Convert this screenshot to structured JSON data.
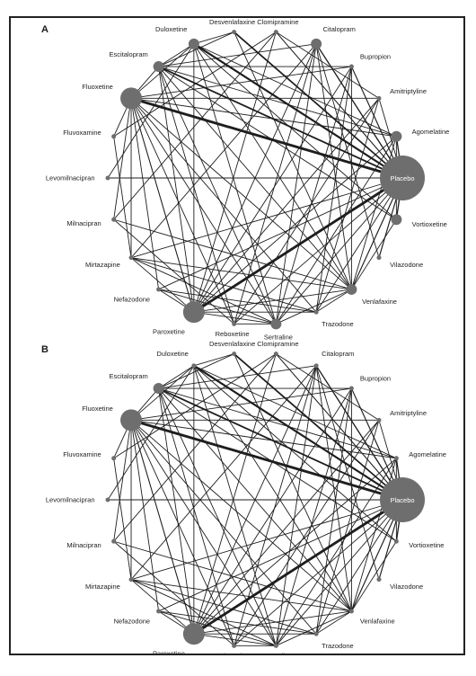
{
  "panels": [
    {
      "letter": "A",
      "node_sizes": {
        "Placebo": "xl",
        "Fluoxetine": "m",
        "Paroxetine": "m",
        "Escitalopram": "s",
        "Duloxetine": "s",
        "Citalopram": "s",
        "Agomelatine": "s",
        "Venlafaxine": "s",
        "Vortioxetine": "s",
        "Sertraline": "s",
        "Bupropion": "xs",
        "Amitriptyline": "xs",
        "Desvenlafaxine": "xs",
        "Clomipramine": "xs",
        "Fluvoxamine": "xs",
        "Levomilnacipran": "xs",
        "Milnacipran": "xs",
        "Mirtazapine": "xs",
        "Nefazodone": "xs",
        "Reboxetine": "xs",
        "Trazodone": "xs",
        "Vilazodone": "xs"
      }
    },
    {
      "letter": "B",
      "node_sizes": {
        "Placebo": "xl",
        "Fluoxetine": "m",
        "Paroxetine": "m",
        "Escitalopram": "s",
        "Duloxetine": "xs",
        "Citalopram": "xs",
        "Agomelatine": "xs",
        "Venlafaxine": "xs",
        "Vortioxetine": "xs",
        "Sertraline": "xs",
        "Bupropion": "xs",
        "Amitriptyline": "xs",
        "Desvenlafaxine": "xs",
        "Clomipramine": "xs",
        "Fluvoxamine": "xs",
        "Levomilnacipran": "xs",
        "Milnacipran": "xs",
        "Mirtazapine": "xs",
        "Nefazodone": "xs",
        "Reboxetine": "xs",
        "Trazodone": "xs",
        "Vilazodone": "xs"
      }
    }
  ],
  "nodes": [
    "Placebo",
    "Agomelatine",
    "Amitriptyline",
    "Bupropion",
    "Citalopram",
    "Clomipramine",
    "Desvenlafaxine",
    "Duloxetine",
    "Escitalopram",
    "Fluoxetine",
    "Fluvoxamine",
    "Levomilnacipran",
    "Milnacipran",
    "Mirtazapine",
    "Nefazodone",
    "Paroxetine",
    "Reboxetine",
    "Sertraline",
    "Trazodone",
    "Venlafaxine",
    "Vilazodone",
    "Vortioxetine"
  ],
  "node_labels": {
    "Placebo": "Placebo",
    "Agomelatine": "Agomelatine",
    "Amitriptyline": "Amitriptyline",
    "Bupropion": "Bupropion",
    "Citalopram": "Citalopram",
    "Clomipramine": "Clomipramine",
    "Desvenlafaxine": "Desvenlafaxine",
    "Duloxetine": "Duloxetine",
    "Escitalopram": "Escitalopram",
    "Fluoxetine": "Fluoxetine",
    "Fluvoxamine": "Fluvoxamine",
    "Levomilnacipran": "Levomilnacipran",
    "Milnacipran": "Milnacipran",
    "Mirtazapine": "Mirtazapine",
    "Nefazodone": "Nefazodone",
    "Paroxetine": "Paroxetine",
    "Reboxetine": "Reboxetine",
    "Sertraline": "Sertraline",
    "Trazodone": "Trazodone",
    "Venlafaxine": "Venlafaxine",
    "Vilazodone": "Vilazodone",
    "Vortioxetine": "Vortioxetine"
  },
  "edges": [
    [
      "Placebo",
      "Fluoxetine",
      3.2
    ],
    [
      "Placebo",
      "Paroxetine",
      3.2
    ],
    [
      "Placebo",
      "Duloxetine",
      2.4
    ],
    [
      "Placebo",
      "Escitalopram",
      2.0
    ],
    [
      "Placebo",
      "Desvenlafaxine",
      1.9
    ],
    [
      "Placebo",
      "Citalopram",
      1.5
    ],
    [
      "Placebo",
      "Clomipramine",
      1.2
    ],
    [
      "Placebo",
      "Bupropion",
      1.3
    ],
    [
      "Placebo",
      "Agomelatine",
      1.4
    ],
    [
      "Placebo",
      "Amitriptyline",
      1.0
    ],
    [
      "Placebo",
      "Vortioxetine",
      1.5
    ],
    [
      "Placebo",
      "Vilazodone",
      1.3
    ],
    [
      "Placebo",
      "Venlafaxine",
      1.3
    ],
    [
      "Placebo",
      "Sertraline",
      1.0
    ],
    [
      "Placebo",
      "Reboxetine",
      1.0
    ],
    [
      "Placebo",
      "Mirtazapine",
      1.0
    ],
    [
      "Placebo",
      "Levomilnacipran",
      1.0
    ],
    [
      "Placebo",
      "Nefazodone",
      1.0
    ],
    [
      "Placebo",
      "Trazodone",
      1.0
    ],
    [
      "Fluoxetine",
      "Paroxetine",
      1.2
    ],
    [
      "Fluoxetine",
      "Venlafaxine",
      1.0
    ],
    [
      "Fluoxetine",
      "Sertraline",
      1.0
    ],
    [
      "Fluoxetine",
      "Duloxetine",
      1.0
    ],
    [
      "Fluoxetine",
      "Escitalopram",
      1.0
    ],
    [
      "Fluoxetine",
      "Mirtazapine",
      1.0
    ],
    [
      "Fluoxetine",
      "Milnacipran",
      1.0
    ],
    [
      "Fluoxetine",
      "Fluvoxamine",
      1.0
    ],
    [
      "Fluoxetine",
      "Nefazodone",
      1.0
    ],
    [
      "Fluoxetine",
      "Trazodone",
      1.0
    ],
    [
      "Fluoxetine",
      "Reboxetine",
      1.0
    ],
    [
      "Fluoxetine",
      "Amitriptyline",
      1.0
    ],
    [
      "Fluoxetine",
      "Agomelatine",
      1.0
    ],
    [
      "Fluoxetine",
      "Bupropion",
      1.0
    ],
    [
      "Paroxetine",
      "Escitalopram",
      1.0
    ],
    [
      "Paroxetine",
      "Duloxetine",
      1.0
    ],
    [
      "Paroxetine",
      "Venlafaxine",
      1.0
    ],
    [
      "Paroxetine",
      "Sertraline",
      1.0
    ],
    [
      "Paroxetine",
      "Clomipramine",
      1.0
    ],
    [
      "Paroxetine",
      "Mirtazapine",
      1.0
    ],
    [
      "Paroxetine",
      "Agomelatine",
      1.0
    ],
    [
      "Paroxetine",
      "Amitriptyline",
      1.0
    ],
    [
      "Paroxetine",
      "Citalopram",
      1.0
    ],
    [
      "Paroxetine",
      "Nefazodone",
      1.0
    ],
    [
      "Paroxetine",
      "Bupropion",
      1.0
    ],
    [
      "Paroxetine",
      "Trazodone",
      1.0
    ],
    [
      "Escitalopram",
      "Duloxetine",
      1.0
    ],
    [
      "Escitalopram",
      "Citalopram",
      1.0
    ],
    [
      "Escitalopram",
      "Sertraline",
      1.0
    ],
    [
      "Escitalopram",
      "Venlafaxine",
      1.0
    ],
    [
      "Escitalopram",
      "Bupropion",
      1.0
    ],
    [
      "Escitalopram",
      "Agomelatine",
      1.0
    ],
    [
      "Escitalopram",
      "Vortioxetine",
      1.0
    ],
    [
      "Escitalopram",
      "Reboxetine",
      1.0
    ],
    [
      "Duloxetine",
      "Desvenlafaxine",
      1.0
    ],
    [
      "Duloxetine",
      "Sertraline",
      1.0
    ],
    [
      "Duloxetine",
      "Venlafaxine",
      1.0
    ],
    [
      "Duloxetine",
      "Vortioxetine",
      1.0
    ],
    [
      "Duloxetine",
      "Agomelatine",
      1.0
    ],
    [
      "Duloxetine",
      "Levomilnacipran",
      1.0
    ],
    [
      "Citalopram",
      "Sertraline",
      1.0
    ],
    [
      "Citalopram",
      "Venlafaxine",
      1.0
    ],
    [
      "Citalopram",
      "Mirtazapine",
      1.0
    ],
    [
      "Citalopram",
      "Reboxetine",
      1.0
    ],
    [
      "Sertraline",
      "Venlafaxine",
      1.0
    ],
    [
      "Sertraline",
      "Mirtazapine",
      1.0
    ],
    [
      "Sertraline",
      "Agomelatine",
      1.0
    ],
    [
      "Sertraline",
      "Bupropion",
      1.0
    ],
    [
      "Sertraline",
      "Nefazodone",
      1.0
    ],
    [
      "Venlafaxine",
      "Mirtazapine",
      1.0
    ],
    [
      "Venlafaxine",
      "Agomelatine",
      1.0
    ],
    [
      "Venlafaxine",
      "Vortioxetine",
      1.0
    ],
    [
      "Venlafaxine",
      "Bupropion",
      1.0
    ],
    [
      "Venlafaxine",
      "Trazodone",
      1.0
    ],
    [
      "Venlafaxine",
      "Milnacipran",
      1.0
    ],
    [
      "Mirtazapine",
      "Trazodone",
      1.0
    ],
    [
      "Mirtazapine",
      "Fluvoxamine",
      1.0
    ],
    [
      "Amitriptyline",
      "Reboxetine",
      1.0
    ],
    [
      "Amitriptyline",
      "Trazodone",
      1.0
    ],
    [
      "Amitriptyline",
      "Clomipramine",
      1.0
    ],
    [
      "Clomipramine",
      "Fluvoxamine",
      1.0
    ],
    [
      "Clomipramine",
      "Milnacipran",
      1.0
    ],
    [
      "Desvenlafaxine",
      "Escitalopram",
      1.0
    ],
    [
      "Desvenlafaxine",
      "Venlafaxine",
      1.0
    ],
    [
      "Nefazodone",
      "Trazodone",
      1.0
    ],
    [
      "Reboxetine",
      "Sertraline",
      1.0
    ],
    [
      "Bupropion",
      "Trazodone",
      1.0
    ],
    [
      "Agomelatine",
      "Vortioxetine",
      1.0
    ],
    [
      "Milnacipran",
      "Reboxetine",
      1.0
    ],
    [
      "Vilazodone",
      "Citalopram",
      1.0
    ]
  ]
}
